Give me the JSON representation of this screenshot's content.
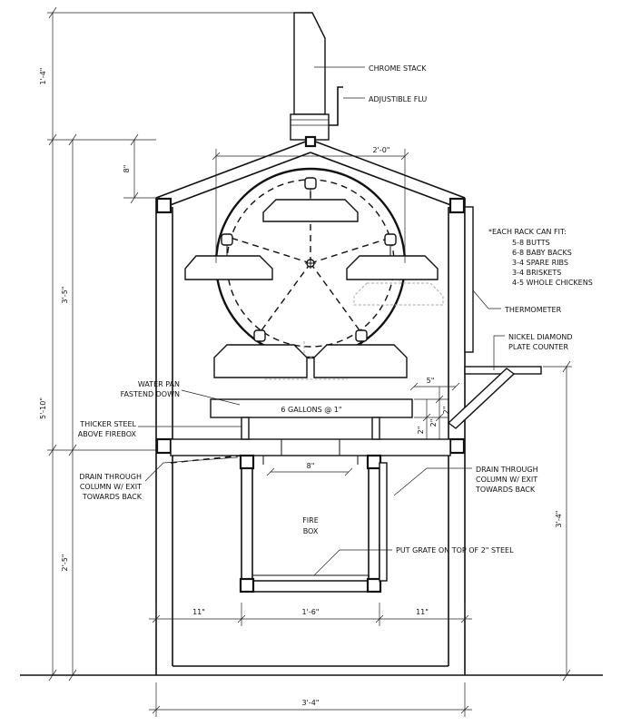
{
  "labels": {
    "chrome_stack": "CHROME STACK",
    "adjustable_flu": "ADJUSTIBLE FLU",
    "rack_note_title": "*EACH RACK CAN FIT:",
    "rack_note_items": [
      "5-8 BUTTS",
      "6-8 BABY BACKS",
      "3-4 SPARE RIBS",
      "3-4 BRISKETS",
      "4-5 WHOLE CHICKENS"
    ],
    "thermometer": "THERMOMETER",
    "counter_line1": "NICKEL DIAMOND",
    "counter_line2": "PLATE COUNTER",
    "water_pan_line1": "WATER PAN",
    "water_pan_line2": "FASTEND DOWN",
    "water_pan_capacity": "6 GALLONS @ 1\"",
    "thicker_steel_line1": "THICKER STEEL",
    "thicker_steel_line2": "ABOVE FIREBOX",
    "drain_left_line1": "DRAIN THROUGH",
    "drain_left_line2": "COLUMN W/ EXIT",
    "drain_left_line3": "TOWARDS BACK",
    "drain_right_line1": "DRAIN THROUGH",
    "drain_right_line2": "COLUMN W/ EXIT",
    "drain_right_line3": "TOWARDS BACK",
    "fire_box_line1": "FIRE",
    "fire_box_line2": "BOX",
    "grate_note": "PUT GRATE ON TOP OF 2\" STEEL"
  },
  "dimensions": {
    "stack_height": "1'-4\"",
    "body_height": "3'-5\"",
    "overall_height": "5'-10\"",
    "lower_height": "2'-5\"",
    "roof_rise": "8\"",
    "drum_width": "2'-0\"",
    "shelf_offset": "5\"",
    "pan_gap_1": "2\"",
    "pan_gap_2": "2\"",
    "pan_gap_3": "2\"",
    "column_gap": "8\"",
    "counter_height": "3'-4\"",
    "left_bay": "11\"",
    "firebox_width": "1'-6\"",
    "right_bay": "11\"",
    "overall_width": "3'-4\""
  },
  "colors": {
    "line": "#111111",
    "ghost": "#aaaaaa",
    "background": "#ffffff"
  }
}
